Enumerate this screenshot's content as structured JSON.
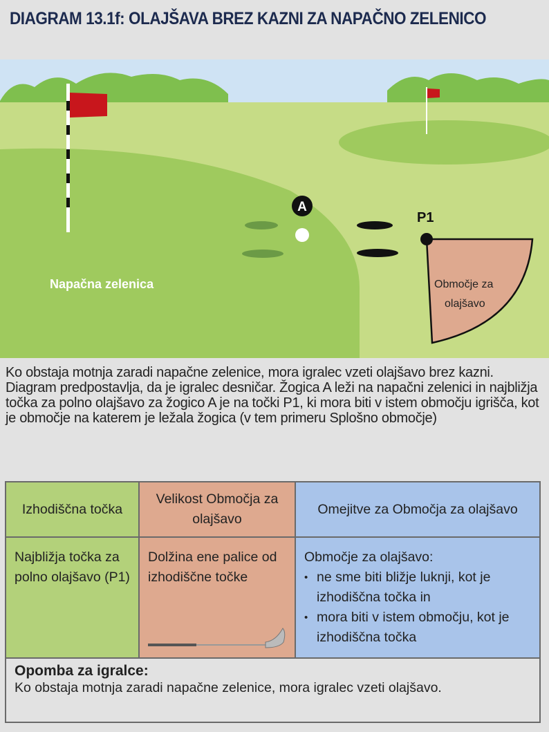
{
  "title": "DIAGRAM 13.1f:  OLAJŠAVA BREZ KAZNI ZA NAPAČNO ZELENICO",
  "diagram": {
    "ball_label": "A",
    "point_label": "P1",
    "wrong_green_label": "Napačna zelenica",
    "relief_area_label_1": "Območje za",
    "relief_area_label_2": "olajšavo"
  },
  "description": "Ko obstaja motnja zaradi napačne zelenice, mora igralec vzeti olajšavo brez kazni. Diagram predpostavlja, da je igralec desničar. Žogica A leži na napačni zelenici in najbližja točka za polno olajšavo za žogico A je na točki P1, ki mora biti v istem območju igrišča, kot je območje na katerem je ležala žogica (v tem primeru Splošno območje)",
  "table": {
    "headers": [
      "Izhodiščna točka",
      "Velikost Območja za olajšavo",
      "Omejitve za Območja za olajšavo"
    ],
    "col1": "Najbližja točka za polno olajšavo (P1)",
    "col2": "Dolžina ene palice od izhodiščne točke",
    "col3_intro": "Območje za olajšavo:",
    "col3_bullets": [
      "ne sme biti bližje luknji, kot je izhodiščna točka in",
      "mora biti v istem območju, kot je izhodiščna točka"
    ]
  },
  "note": {
    "title": "Opomba za igralce:",
    "text": "Ko obstaja motnja zaradi napačne zelenice, mora igralec vzeti olajšavo."
  }
}
